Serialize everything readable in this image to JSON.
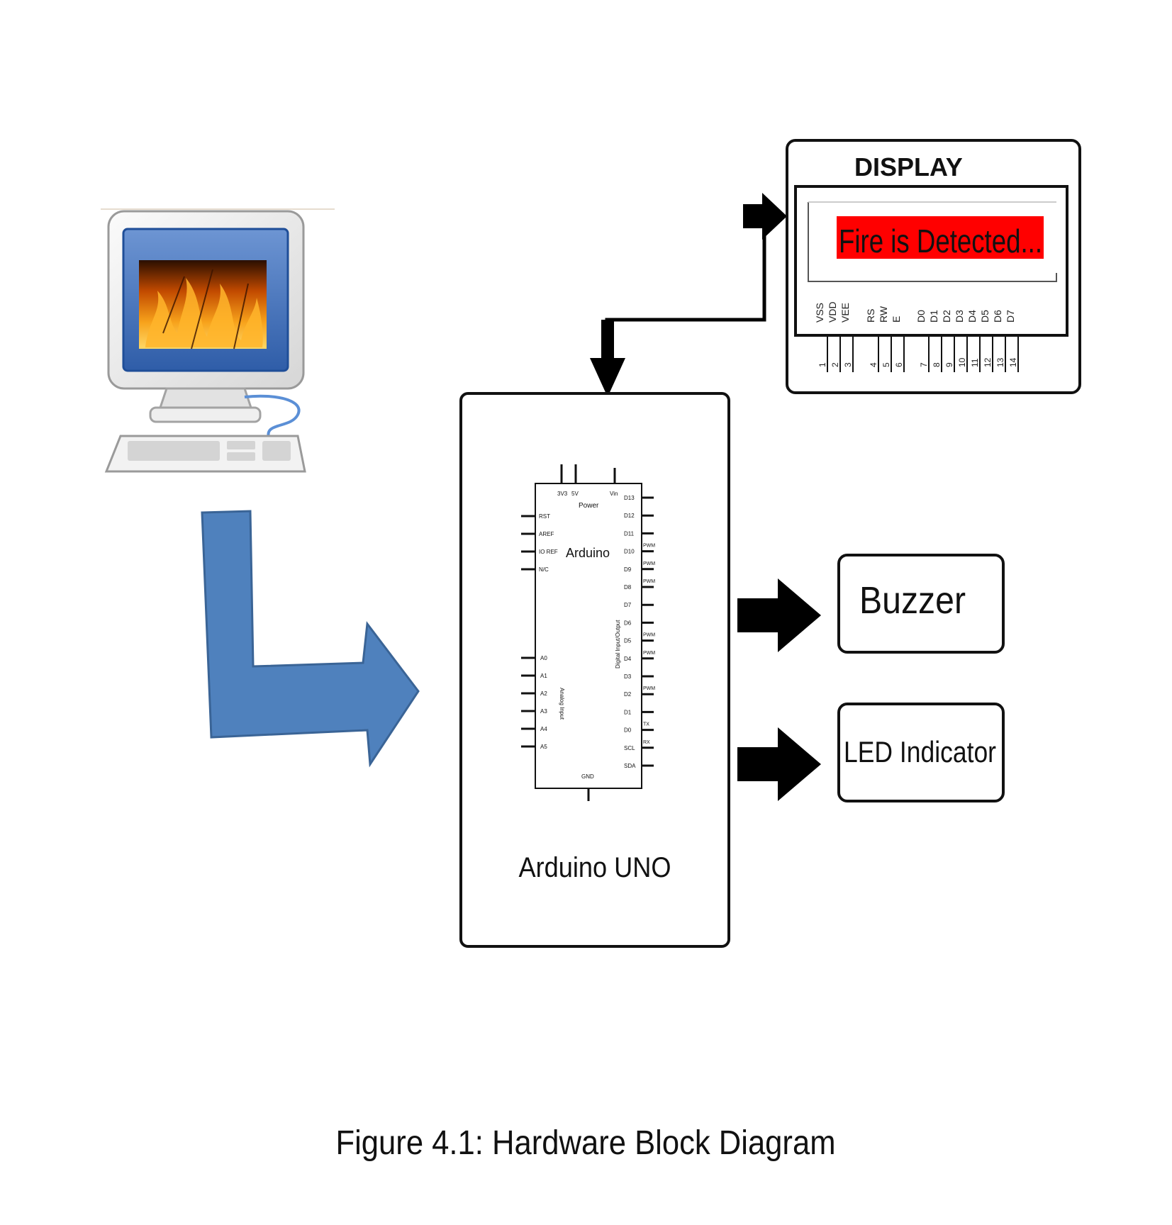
{
  "display": {
    "title": "DISPLAY",
    "message": "Fire is Detected...",
    "message_bg": "#ff0000",
    "pin_labels": [
      "VSS",
      "VDD",
      "VEE",
      "RS",
      "RW",
      "E",
      "D0",
      "D1",
      "D2",
      "D3",
      "D4",
      "D5",
      "D6",
      "D7"
    ],
    "pin_numbers": [
      "1",
      "2",
      "3",
      "4",
      "5",
      "6",
      "7",
      "8",
      "9",
      "10",
      "11",
      "12",
      "13",
      "14"
    ]
  },
  "arduino": {
    "label": "Arduino UNO",
    "chip_title": "Arduino",
    "power_label": "Power",
    "top_pins": [
      "3V3",
      "5V",
      "Vin"
    ],
    "left_pins": [
      "RST",
      "AREF",
      "IO REF",
      "N/C"
    ],
    "analog_pins": [
      "A0",
      "A1",
      "A2",
      "A3",
      "A4",
      "A5"
    ],
    "analog_label": "Analog Input",
    "digital_label": "Digital Input/Output",
    "right_pins": [
      "D13",
      "D12",
      "D11",
      "D10",
      "D9",
      "D8",
      "D7",
      "D6",
      "D5",
      "D4",
      "D3",
      "D2",
      "D1",
      "D0",
      "SCL",
      "SDA"
    ],
    "pwm_marks": [
      "PWM",
      "PWM",
      "PWM",
      "PWM",
      "PWM",
      "PWM",
      "TX",
      "RX"
    ],
    "gnd_label": "GND"
  },
  "outputs": {
    "buzzer": "Buzzer",
    "led": "LED Indicator"
  },
  "computer": {
    "icon": "computer-fire-icon"
  },
  "colors": {
    "blue_arrow": "#4f81bd",
    "blue_arrow_stroke": "#3a6496",
    "black": "#000000"
  },
  "caption": "Figure 4.1: Hardware Block Diagram"
}
